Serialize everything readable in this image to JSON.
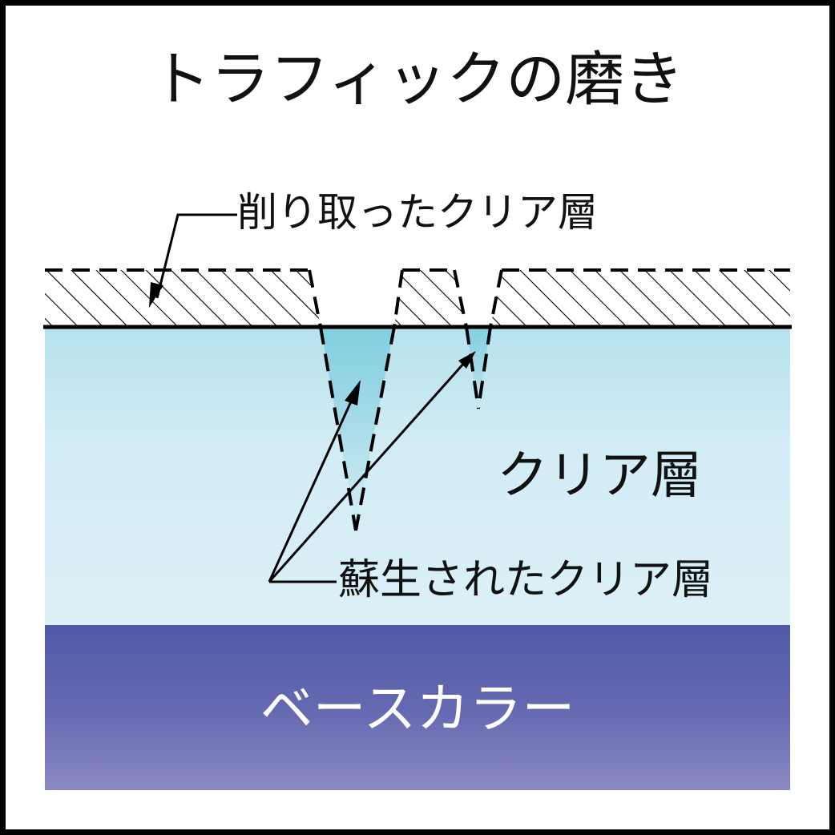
{
  "title": "トラフィックの磨き",
  "labels": {
    "removed_clear_layer": "削り取ったクリア層",
    "clear_layer": "クリア層",
    "revived_clear_layer": "蘇生されたクリア層",
    "base_color": "ベースカラー"
  },
  "colors": {
    "frame": "#000000",
    "clear_layer_top": "#b9e3ee",
    "clear_layer_bottom": "#dcf0f7",
    "groove_fill": "#84cfe0",
    "base_color_top": "#4f5ba8",
    "base_color_bottom": "#8a89c3"
  }
}
